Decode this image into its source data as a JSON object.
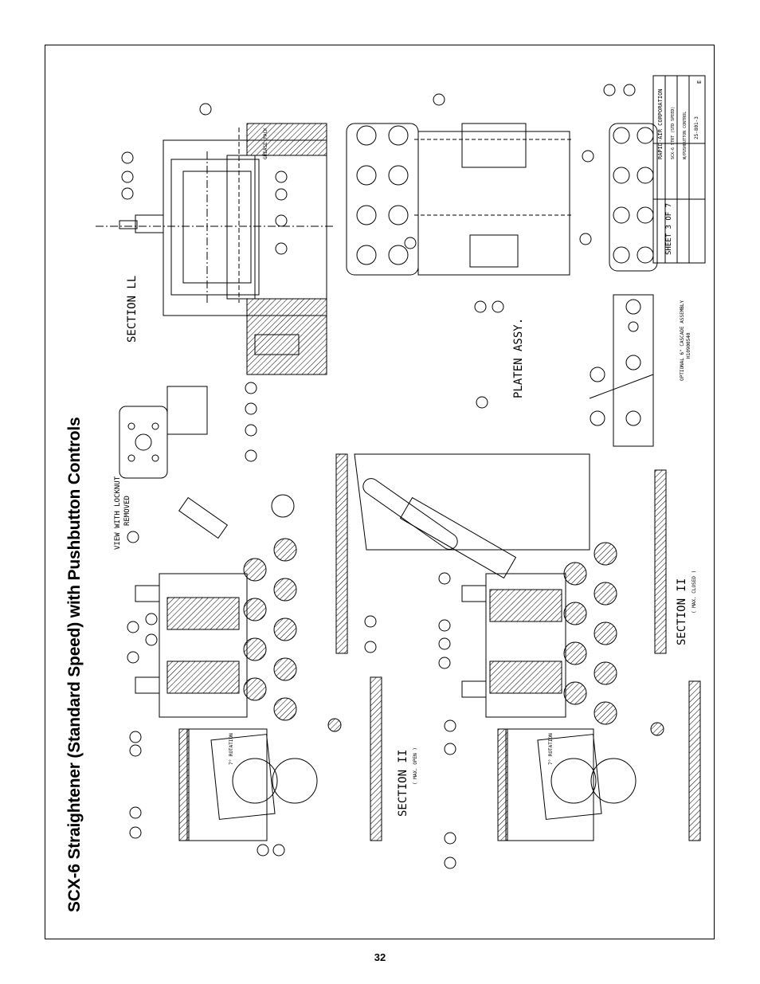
{
  "page": {
    "title": "SCX-6 Straightener (Standard Speed) with Pushbutton Controls",
    "page_number": "32"
  },
  "drawing": {
    "section_ll": "SECTION LL",
    "section_ii_open": "SECTION II",
    "section_ii_open_note": "( MAX. OPEN )",
    "section_ii_closed": "SECTION II",
    "section_ii_closed_note": "( MAX. CLOSED )",
    "view_locknut": "VIEW WITH LOCKNUT",
    "view_locknut_2": "REMOVED",
    "platen_assy": "PLATEN ASSY.",
    "optional_cascade": "OPTIONAL 6\" CASCADE ASSEMBLY",
    "optional_cascade_pn": "H10900540",
    "grease_pack": "GREASE PACK",
    "rotation_note": "7° ROTATION",
    "sheet": "SHEET 3 OF 7",
    "company": "RAPID-AIR CORPORATION",
    "title_block_1": "SCX-6 STRT (STD SPEED)",
    "title_block_2": "W/PUSHBUTTON CONTROL",
    "drawing_no": "25-801-3",
    "rev": "E"
  }
}
